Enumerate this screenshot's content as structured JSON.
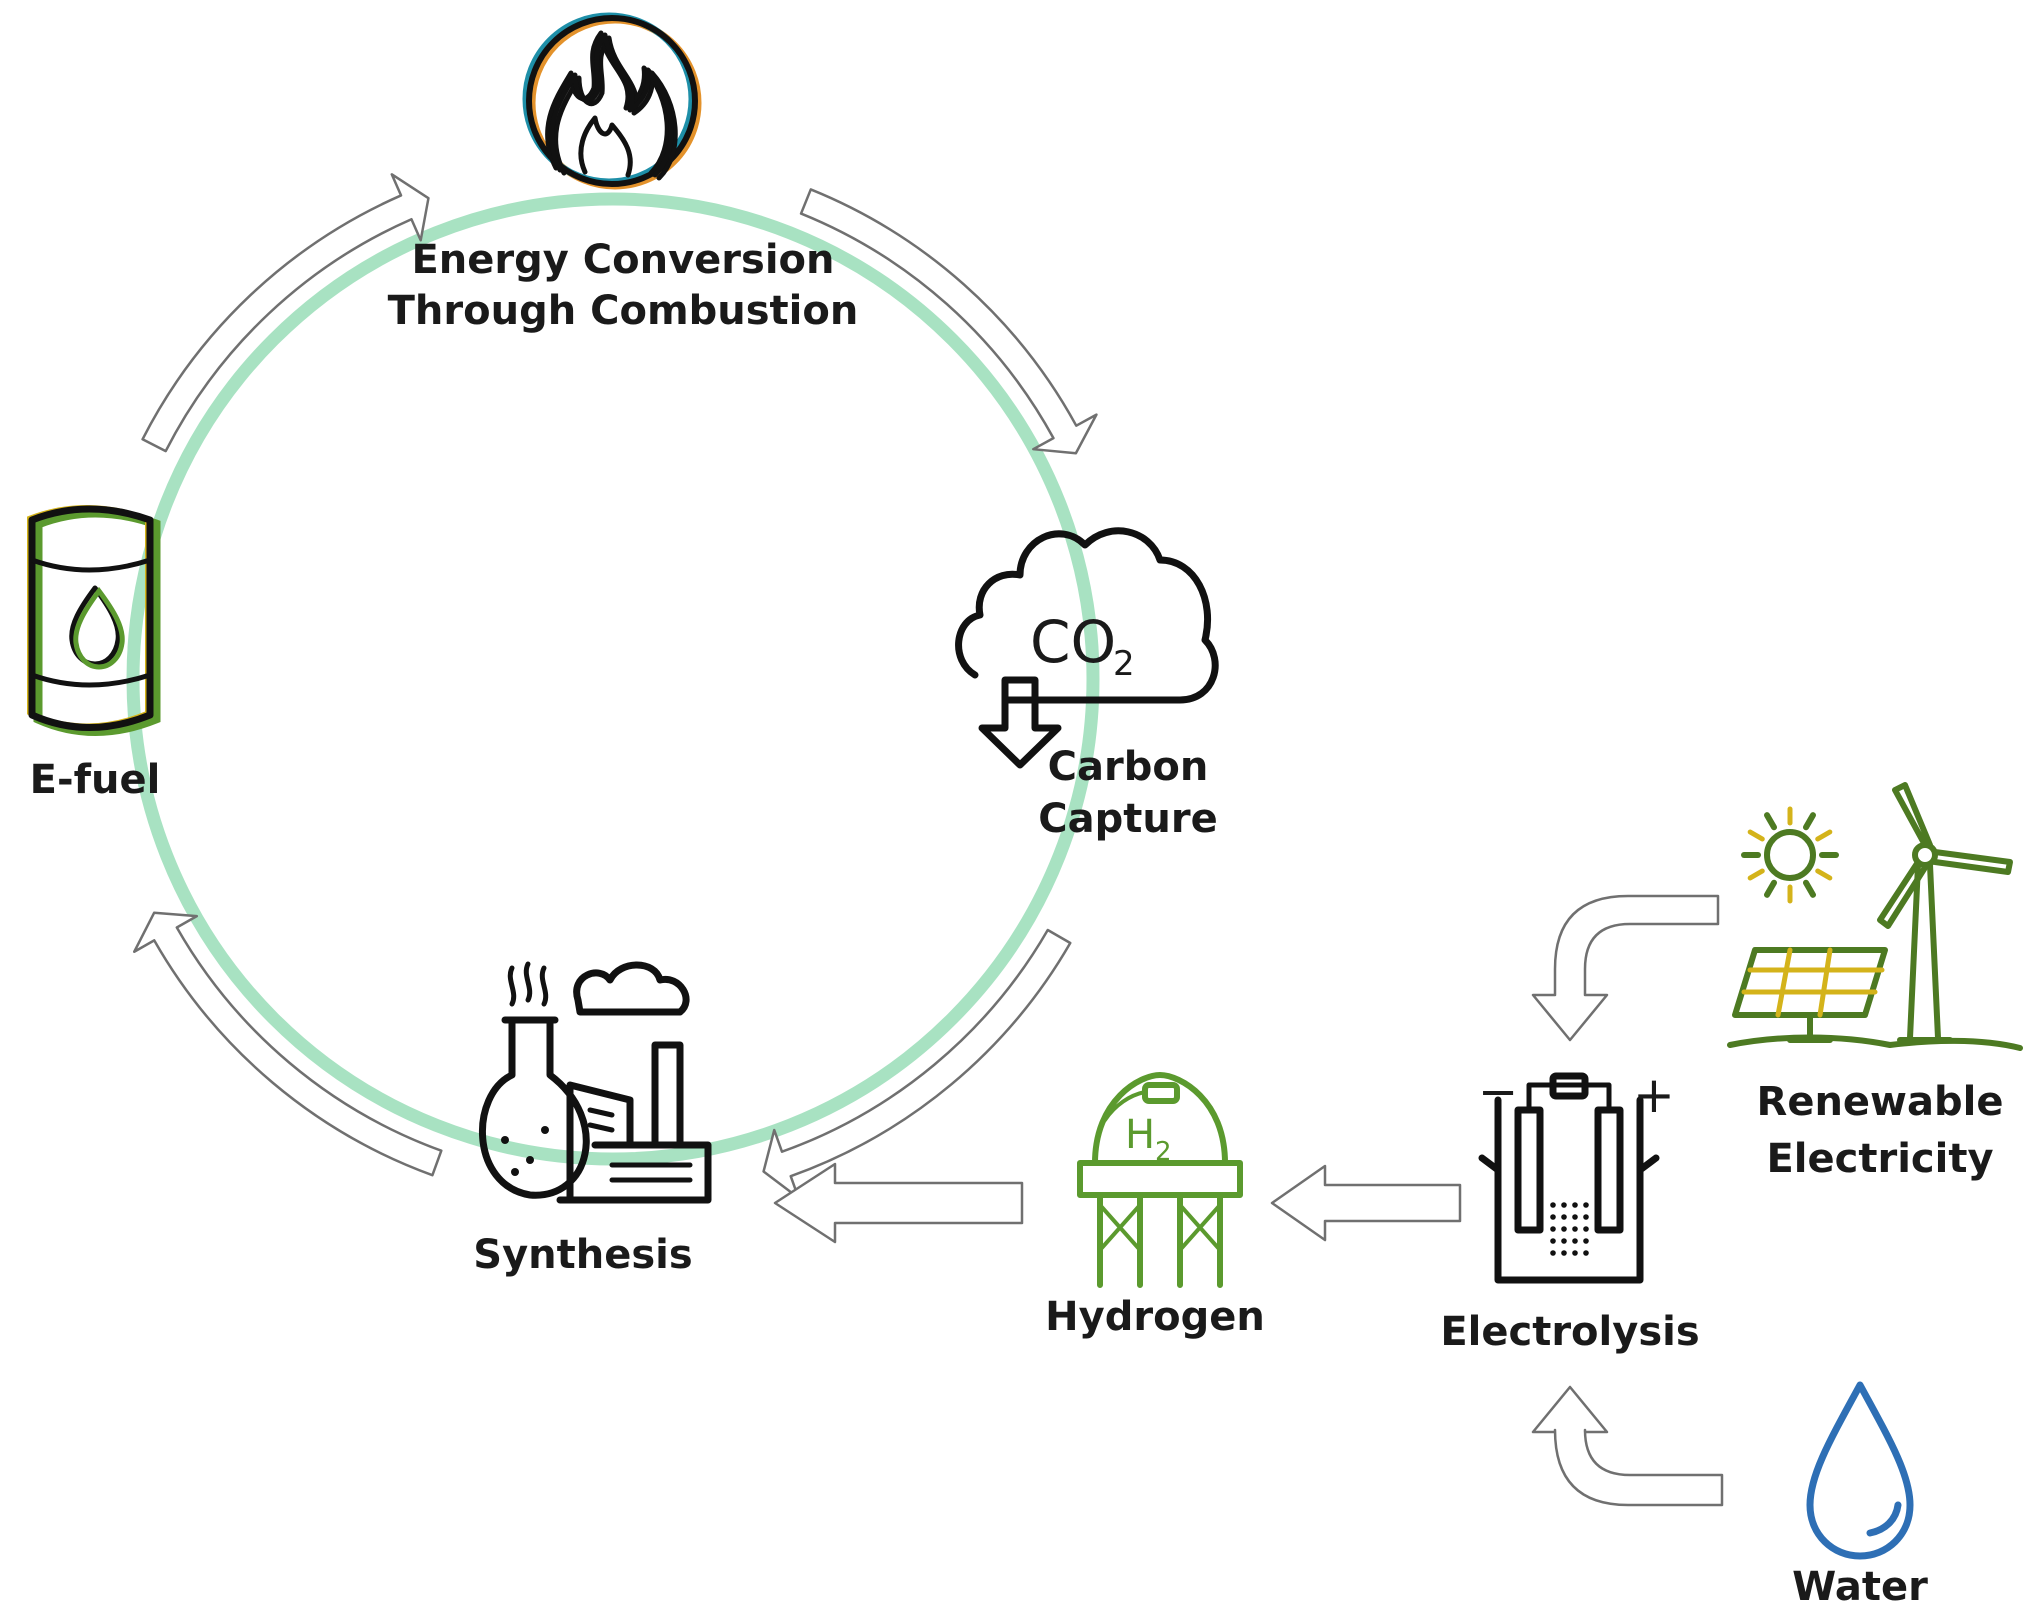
{
  "diagram": {
    "nodes": {
      "energy_conversion": {
        "line1": "Energy Conversion",
        "line2": "Through Combustion",
        "icon": "flame-icon"
      },
      "carbon_capture": {
        "line1": "Carbon",
        "line2": "Capture",
        "icon": "co2-cloud-icon",
        "icon_text": "CO",
        "icon_sub": "2"
      },
      "synthesis": {
        "label": "Synthesis",
        "icon": "factory-flask-icon"
      },
      "e_fuel": {
        "label": "E-fuel",
        "icon": "fuel-barrel-icon"
      },
      "hydrogen": {
        "label": "Hydrogen",
        "icon": "hydrogen-tank-icon",
        "icon_text": "H",
        "icon_sub": "2"
      },
      "electrolysis": {
        "label": "Electrolysis",
        "icon": "electrolysis-cell-icon",
        "minus": "−",
        "plus": "+"
      },
      "renewable": {
        "line1": "Renewable",
        "line2": "Electricity",
        "icon": "solar-wind-icon"
      },
      "water": {
        "label": "Water",
        "icon": "water-drop-icon"
      }
    },
    "colors": {
      "cycle_ring": "#a8e2c2",
      "arrow_stroke": "#707070",
      "green": "#5b9a2e",
      "yellow": "#d4b31a",
      "blue": "#2e6fb5",
      "flame_orange": "#e3922b",
      "flame_teal": "#1e8fa8"
    }
  }
}
